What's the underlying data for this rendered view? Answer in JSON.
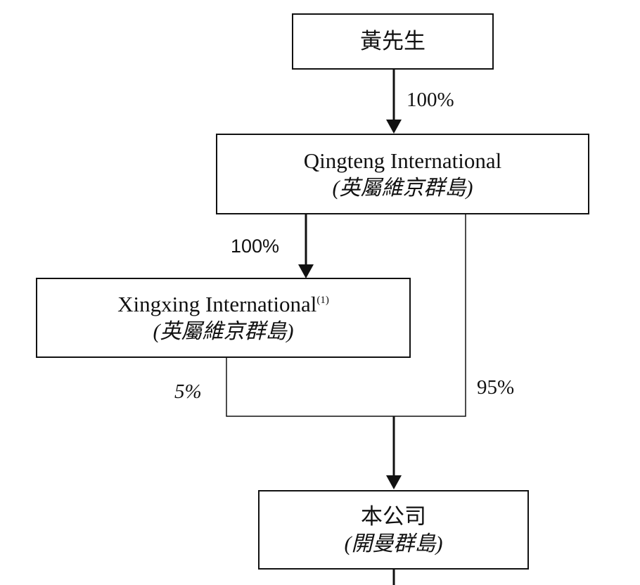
{
  "entities": {
    "mr_huang": {
      "name": "黃先生"
    },
    "qingteng": {
      "name": "Qingteng International",
      "jurisdiction": "(英屬維京群島)"
    },
    "xingxing": {
      "name": "Xingxing International",
      "note": "(1)",
      "jurisdiction": "(英屬維京群島)"
    },
    "company": {
      "name": "本公司",
      "jurisdiction": "(開曼群島)"
    }
  },
  "ownership": {
    "huang_to_qingteng": "100%",
    "qingteng_to_xingxing": "100%",
    "xingxing_to_company": "5%",
    "qingteng_to_company": "95%"
  }
}
